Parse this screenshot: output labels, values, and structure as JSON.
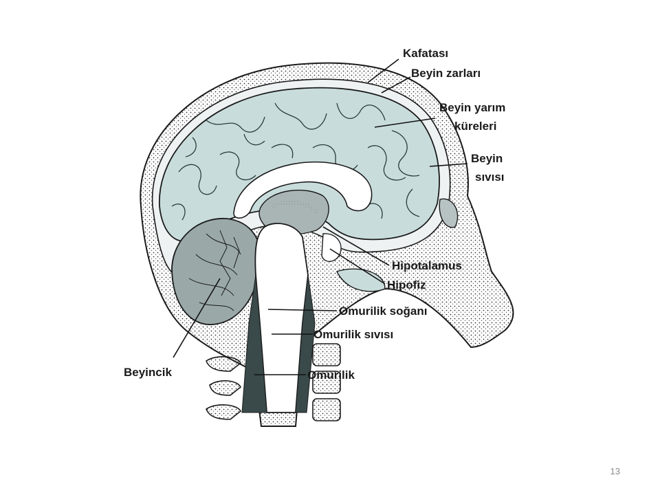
{
  "labels": {
    "kafatasi": "Kafatası",
    "beyin_zarlari": "Beyin zarları",
    "beyin_yarim_1": "Beyin yarım",
    "beyin_yarim_2": "küreleri",
    "beyin_sivisi_1": "Beyin",
    "beyin_sivisi_2": "sıvısı",
    "hipotalamus": "Hipotalamus",
    "hipofiz": "Hipofiz",
    "omurilik_sogani": "Omurilik soğanı",
    "omurilik_sivisi": "Omurilik sıvısı",
    "omurilik": "Omurilik",
    "beyincik": "Beyincik"
  },
  "page_number": "13",
  "colors": {
    "brain": "#c9dcdc",
    "skull_fill": "#dde3e3",
    "ventricle": "#ffffff",
    "cerebellum": "#9aa8a8",
    "outline": "#1a1a1a",
    "page_number": "#8a8a8a"
  }
}
